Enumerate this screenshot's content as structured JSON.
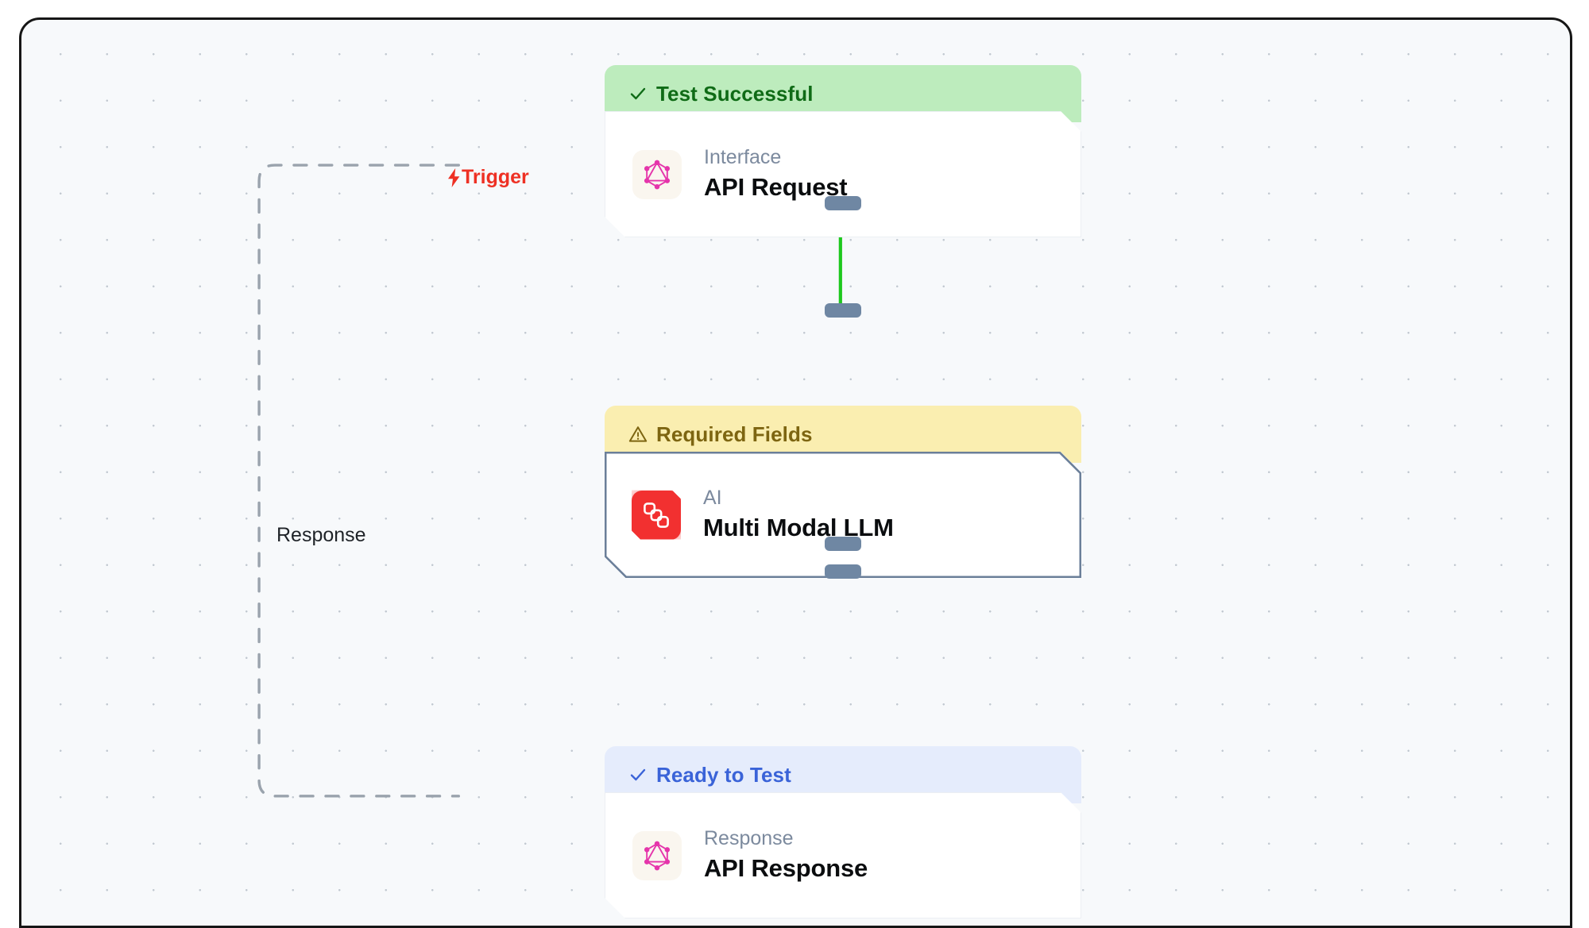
{
  "canvas": {
    "background_color": "#f7f9fb",
    "grid": "dot-grid"
  },
  "edges": {
    "trigger": {
      "label": "Trigger",
      "icon": "lightning-bolt-icon",
      "icon_glyph": "⚡",
      "color": "#ee3124",
      "style": "dashed"
    },
    "response": {
      "label": "Response",
      "color": "#1f2328",
      "style": "dashed"
    },
    "connector_1": {
      "color": "#1ec81e",
      "from": "API Request",
      "to": "Multi Modal LLM"
    },
    "connector_2": {
      "color": "#6f87a3",
      "from": "Multi Modal LLM",
      "to": "API Response"
    }
  },
  "nodes": [
    {
      "status": {
        "label": "Test Successful",
        "icon": "check-icon",
        "icon_glyph": "✓",
        "variant": "success",
        "bg_color": "#bdecbd",
        "text_color": "#0f6b16"
      },
      "icon": "graphql-icon",
      "icon_color": "#e535ab",
      "category": "Interface",
      "title": "API Request"
    },
    {
      "status": {
        "label": "Required Fields",
        "icon": "warning-triangle-icon",
        "icon_glyph": "⚠",
        "variant": "warning",
        "bg_color": "#faeeb0",
        "text_color": "#7d6511"
      },
      "icon": "ai-layers-icon",
      "icon_color": "#f23030",
      "category": "AI",
      "title": "Multi Modal LLM"
    },
    {
      "status": {
        "label": "Ready to Test",
        "icon": "check-icon",
        "icon_glyph": "✓",
        "variant": "ready",
        "bg_color": "#e5ecfc",
        "text_color": "#3a63d8"
      },
      "icon": "graphql-icon",
      "icon_color": "#e535ab",
      "category": "Response",
      "title": "API Response"
    }
  ]
}
